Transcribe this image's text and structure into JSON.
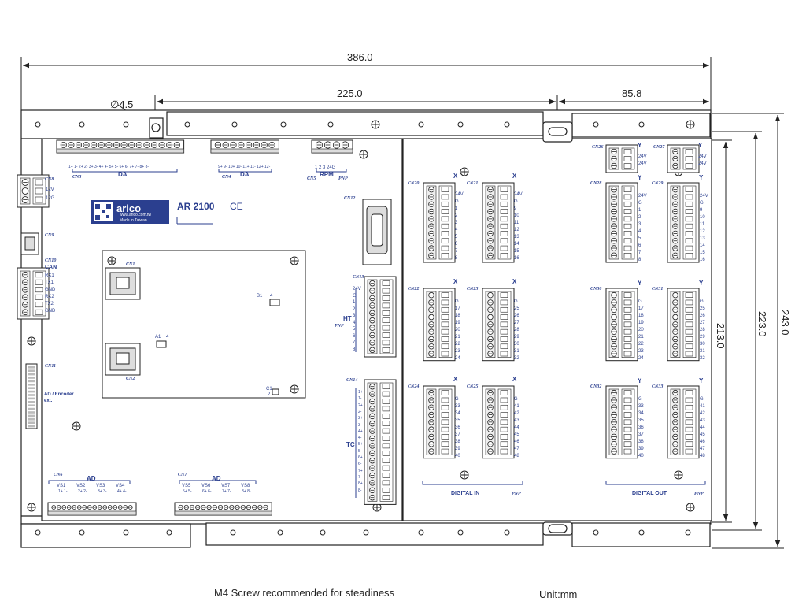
{
  "dimensions": {
    "overall_width": "386.0",
    "width_225": "225.0",
    "width_85": "85.8",
    "hole_dia": "∅4.5",
    "height_213": "213.0",
    "height_223": "223.0",
    "height_243": "243.0"
  },
  "footer": {
    "note": "M4 Screw recommended for steadiness",
    "unit": "Unit:mm"
  },
  "brand": {
    "logo": "arico",
    "url": "www.arico.com.tw",
    "origin": "Made in Taiwan",
    "model": "AR 2100",
    "ce": "CE"
  },
  "left_panel": {
    "cn8": "CN8",
    "power": [
      "12V",
      "12G"
    ],
    "cn9": "CN9",
    "cn10": "CN10",
    "can": "CAN",
    "can_pins": [
      "RX1",
      "TX1",
      "GND",
      "RX2",
      "TX2",
      "GND"
    ],
    "cn11": "CN11",
    "ad_encoder": "AD / Encoder",
    "ext": "ext."
  },
  "top_row": {
    "cn3": "CN3",
    "da1": "DA",
    "cn3_pins": "1+ 1- 2+ 2- 3+ 3- 4+ 4- 5+ 5- 6+ 6- 7+ 7- 8+ 8-",
    "cn4": "CN4",
    "da2": "DA",
    "cn4_pins": "9+ 9- 10+ 10- 11+ 11- 12+ 12-",
    "cn5": "CN5",
    "rpm": "RPM",
    "rpm_pins": "1  2  3  24G",
    "pnp": "PNP"
  },
  "center": {
    "cn1": "CN1",
    "cn2": "CN2",
    "cn12": "CN12",
    "b1": "B1",
    "b1_4": "4",
    "a1": "A1",
    "a1_4": "4",
    "c1": "C1",
    "c1_2": "2",
    "cn13": "CN13",
    "ht": "HT",
    "ht_pnp": "PNP",
    "ht_pins": [
      "24V",
      "G",
      "1",
      "2",
      "3",
      "4",
      "5",
      "6",
      "7",
      "8"
    ],
    "cn14": "CN14",
    "tc": "TC",
    "tc_pins": [
      "1+",
      "1-",
      "2+",
      "2-",
      "3+",
      "3-",
      "4+",
      "4-",
      "5+",
      "5-",
      "6+",
      "6-",
      "7+",
      "7-",
      "8+",
      "8-"
    ]
  },
  "bottom_row": {
    "cn6": "CN6",
    "ad1": "AD",
    "vs_left": [
      "VS1",
      "VS2",
      "VS3",
      "VS4"
    ],
    "vs_left_pins": [
      "1+ 1-",
      "2+ 2-",
      "3+ 3-",
      "4+ 4-"
    ],
    "cn7": "CN7",
    "ad2": "AD",
    "vs_right": [
      "VS5",
      "VS6",
      "VS7",
      "VS8"
    ],
    "vs_right_pins": [
      "5+ 5-",
      "6+ 6-",
      "7+ 7-",
      "8+ 8-"
    ]
  },
  "digital_in": {
    "title": "DIGITAL IN",
    "pnp": "PNP",
    "x": "X",
    "blocks": [
      {
        "cn": "CN20",
        "pins": [
          "24V",
          "G",
          "1",
          "2",
          "3",
          "4",
          "5",
          "6",
          "7",
          "8"
        ]
      },
      {
        "cn": "CN21",
        "pins": [
          "24V",
          "G",
          "9",
          "10",
          "11",
          "12",
          "13",
          "14",
          "15",
          "16"
        ]
      },
      {
        "cn": "CN22",
        "pins": [
          "G",
          "17",
          "18",
          "19",
          "20",
          "21",
          "22",
          "23",
          "24"
        ]
      },
      {
        "cn": "CN23",
        "pins": [
          "G",
          "25",
          "26",
          "27",
          "28",
          "29",
          "30",
          "31",
          "32"
        ]
      },
      {
        "cn": "CN24",
        "pins": [
          "G",
          "33",
          "34",
          "35",
          "36",
          "37",
          "38",
          "39",
          "40"
        ]
      },
      {
        "cn": "CN25",
        "pins": [
          "G",
          "41",
          "42",
          "43",
          "44",
          "45",
          "46",
          "47",
          "48"
        ]
      }
    ]
  },
  "digital_out": {
    "title": "DIGITAL OUT",
    "pnp": "PNP",
    "y": "Y",
    "cn26": {
      "cn": "CN26",
      "pins": [
        "24V",
        "24V"
      ]
    },
    "cn27": {
      "cn": "CN27",
      "pins": [
        "24V",
        "24V"
      ]
    },
    "blocks": [
      {
        "cn": "CN28",
        "pins": [
          "24V",
          "G",
          "1",
          "2",
          "3",
          "4",
          "5",
          "6",
          "7",
          "8"
        ]
      },
      {
        "cn": "CN29",
        "pins": [
          "24V",
          "G",
          "9",
          "10",
          "11",
          "12",
          "13",
          "14",
          "15",
          "16"
        ]
      },
      {
        "cn": "CN30",
        "pins": [
          "G",
          "17",
          "18",
          "19",
          "20",
          "21",
          "22",
          "23",
          "24"
        ]
      },
      {
        "cn": "CN31",
        "pins": [
          "G",
          "25",
          "26",
          "27",
          "28",
          "29",
          "30",
          "31",
          "32"
        ]
      },
      {
        "cn": "CN32",
        "pins": [
          "G",
          "33",
          "34",
          "35",
          "36",
          "37",
          "38",
          "39",
          "40"
        ]
      },
      {
        "cn": "CN33",
        "pins": [
          "G",
          "41",
          "42",
          "43",
          "44",
          "45",
          "46",
          "47",
          "48"
        ]
      }
    ]
  },
  "colors": {
    "outline": "#222222",
    "label_blue": "#2b3f8f",
    "panel_fill": "#ffffff",
    "connector_fill": "#d8d8d8"
  }
}
